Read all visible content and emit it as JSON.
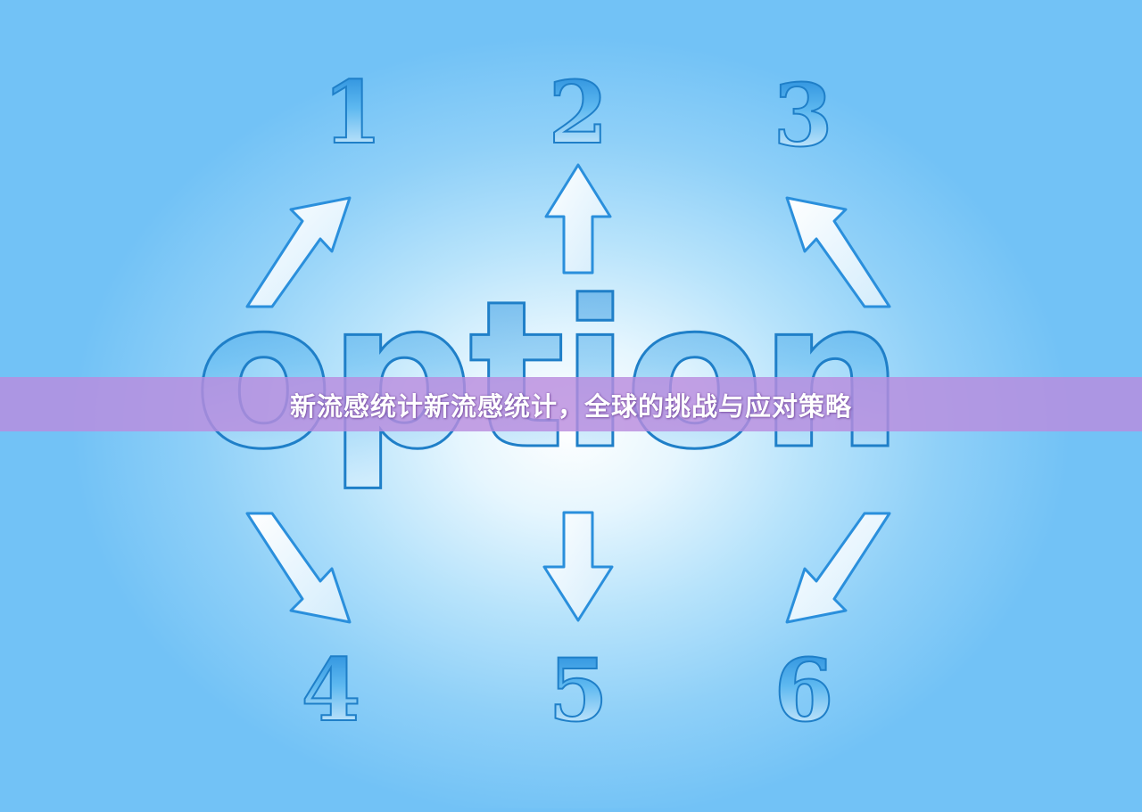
{
  "artwork": {
    "word": "option",
    "numbers": [
      "1",
      "2",
      "3",
      "4",
      "5",
      "6"
    ],
    "arrow_icons": [
      "arrow-up-left-icon",
      "arrow-up-icon",
      "arrow-up-right-icon",
      "arrow-down-left-icon",
      "arrow-down-icon",
      "arrow-down-right-icon"
    ],
    "colors": {
      "background_center": "#ffffff",
      "background_edge": "#72c2f6",
      "glyph_fill": "#3aa3ea",
      "glyph_outline": "#1f7fc8",
      "banner": "#ba8cde",
      "banner_text": "#ffffff"
    }
  },
  "banner": {
    "title": "新流感统计新流感统计，全球的挑战与应对策略"
  }
}
